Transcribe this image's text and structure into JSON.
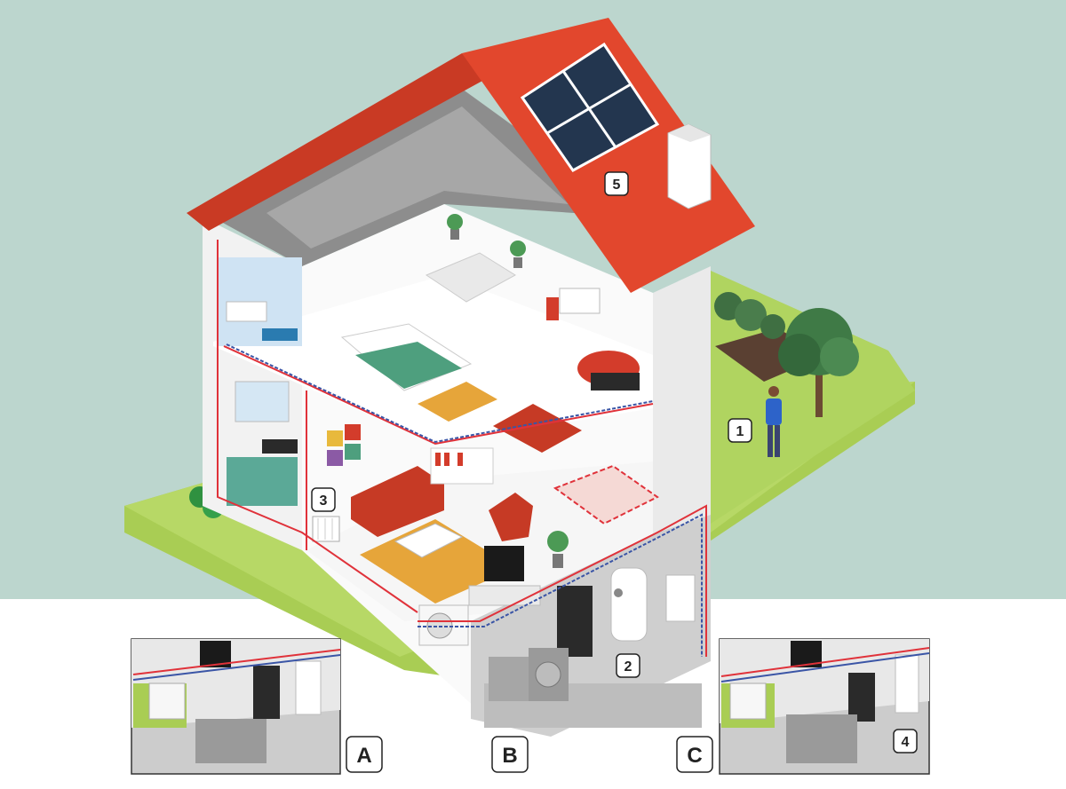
{
  "colors": {
    "sky": "#bcd6ce",
    "lawn": "#a9cd54",
    "roof": "#e2472d",
    "wall": "#f1f1f1",
    "floor": "#e3e3e3",
    "pipe_hot": "#e0323a",
    "pipe_cold": "#3a55a6"
  },
  "callouts": {
    "outdoor_person": "1",
    "hot_water_tank": "2",
    "radiator": "3",
    "inset_c_unit": "4",
    "solar_panels": "5"
  },
  "insets": {
    "a": "A",
    "b": "B",
    "c": "C"
  },
  "icons": [
    "solar-panel-icon",
    "chimney-icon",
    "tree-icon",
    "heat-pump-icon",
    "water-tank-icon",
    "boiler-icon",
    "radiator-icon",
    "tv-icon",
    "sofa-icon",
    "bed-icon",
    "washing-machine-icon",
    "plant-icon",
    "person-icon"
  ]
}
